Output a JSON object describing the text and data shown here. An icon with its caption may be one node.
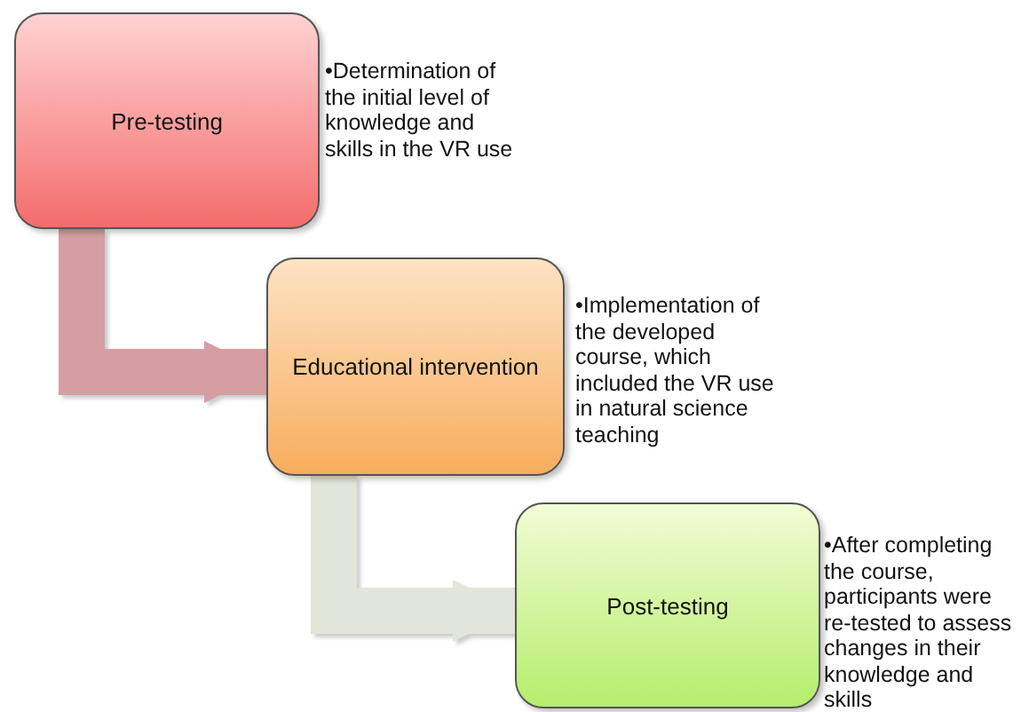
{
  "diagram": {
    "nodes": [
      {
        "text": [
          "Pre-testing"
        ],
        "beside": [
          "•Determination of the initial level of knowledge and skills in the VR use"
        ]
      },
      {
        "text": [
          "Educational intervention"
        ],
        "beside": [
          "•Implementation of the developed course, which included the VR use in natural science teaching"
        ]
      },
      {
        "text": [
          "Post-testing"
        ],
        "beside": [
          "•After completing the course, participants were re-tested to assess changes in their knowledge and skills"
        ]
      }
    ],
    "edges": [
      {
        "from": 0,
        "to": 1,
        "arrow": "to",
        "color": "#d59ea3"
      },
      {
        "from": 1,
        "to": 2,
        "arrow": "to",
        "color": "#e2e5da"
      }
    ]
  }
}
